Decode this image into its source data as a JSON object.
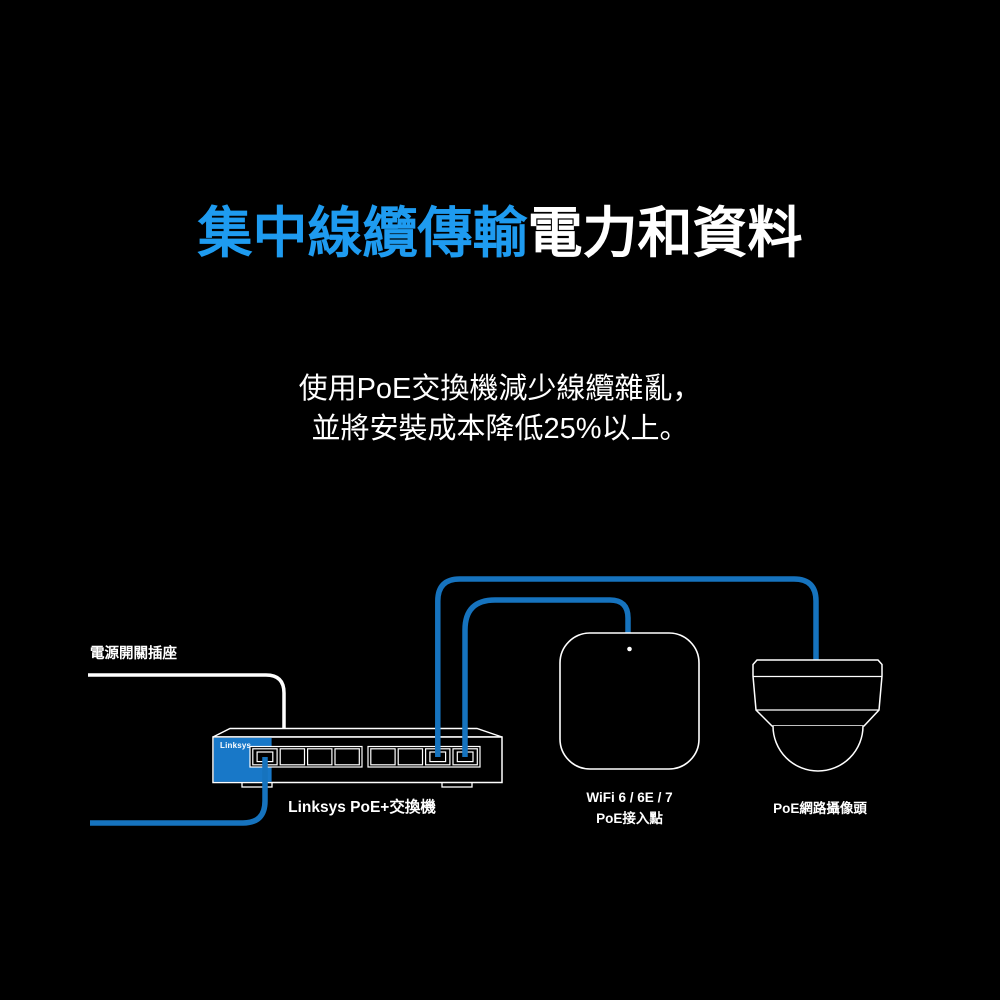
{
  "colors": {
    "background": "#000000",
    "heading_blue": "#1E9BF0",
    "cable_blue": "#1673BE",
    "switch_panel_blue": "#1878C8",
    "line_white": "#FFFFFF"
  },
  "header": {
    "title_highlight": "集中線纜傳輸",
    "title_rest": "電力和資料"
  },
  "subtitle": {
    "line1": "使用PoE交換機減少線纜雜亂，",
    "line2": "並將安裝成本降低25%以上。"
  },
  "diagram": {
    "power_outlet_label": "電源開關插座",
    "switch": {
      "brand": "Linksys",
      "label": "Linksys PoE+交換機",
      "port_count": 8,
      "connected_ports": [
        1,
        7,
        8
      ]
    },
    "access_point": {
      "label_line1": "WiFi 6 / 6E / 7",
      "label_line2": "PoE接入點"
    },
    "camera": {
      "label": "PoE網路攝像頭"
    }
  }
}
